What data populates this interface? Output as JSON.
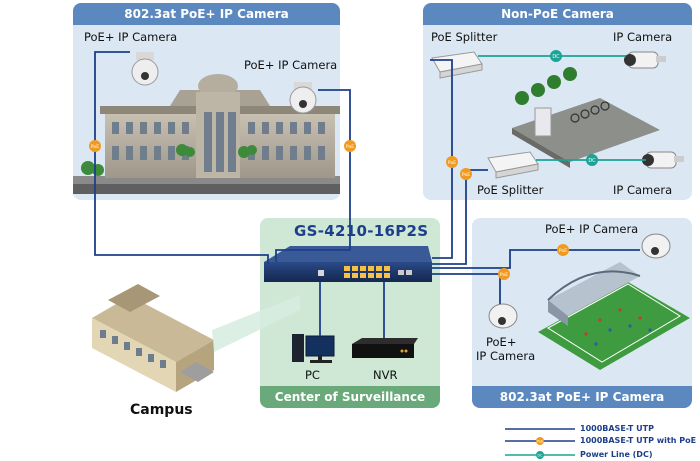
{
  "panels": {
    "top_left": {
      "title": "802.3at PoE+ IP Camera"
    },
    "top_right": {
      "title": "Non-PoE Camera"
    },
    "bottom_right": {
      "title": "802.3at PoE+ IP Camera"
    },
    "center": {
      "title": "Center of Surveillance",
      "switch_model": "GS-4210-16P2S"
    }
  },
  "labels": {
    "tl_cam1": "PoE+ IP Camera",
    "tl_cam2": "PoE+ IP Camera",
    "tr_splitter1": "PoE Splitter",
    "tr_camera1": "IP Camera",
    "tr_splitter2": "PoE Splitter",
    "tr_camera2": "IP Camera",
    "br_cam1": "PoE+ IP Camera",
    "br_cam2_line1": "PoE+",
    "br_cam2_line2": "IP Camera",
    "pc": "PC",
    "nvr": "NVR",
    "campus": "Campus",
    "poe_badge": "PoE",
    "dc_badge": "DC"
  },
  "legend": [
    {
      "label": "1000BASE-T UTP",
      "color": "#1d3f8a",
      "badge": ""
    },
    {
      "label": "1000BASE-T UTP with PoE",
      "color": "#1d3f8a",
      "badge": "PoE"
    },
    {
      "label": "Power Line (DC)",
      "color": "#1aa396",
      "badge": "DC"
    }
  ],
  "colors": {
    "utp_line": "#1d3f8a",
    "poe_badge": "#f29a1f",
    "dc_line": "#1aa396",
    "panel_header": "#5b89bf",
    "panel_bg": "#dbe8f4",
    "center_bg": "#cfe7d5",
    "center_footer": "#6aa979"
  }
}
